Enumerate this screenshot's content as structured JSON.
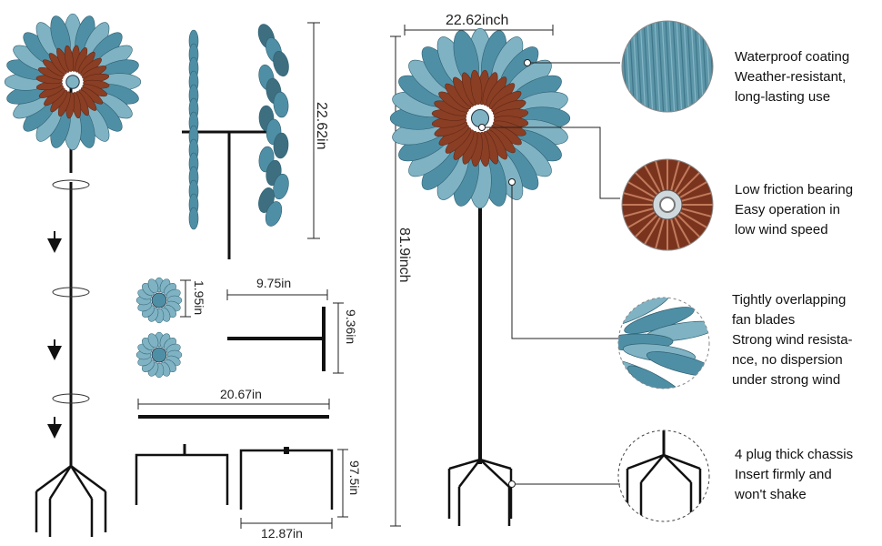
{
  "dimensions": {
    "top_width": "22.62inch",
    "side_height": "22.62in",
    "total_height": "81.9inch",
    "small_disc": "1.95in",
    "axle_length": "9.75in",
    "axle_height": "9.36in",
    "pole_length": "20.67in",
    "base_height": "97.5in",
    "base_width": "12.87in"
  },
  "features": [
    {
      "lines": [
        "Waterproof coating",
        "Weather-resistant,",
        "long-lasting use"
      ]
    },
    {
      "lines": [
        "Low friction bearing",
        "Easy operation in",
        "low wind speed"
      ]
    },
    {
      "lines": [
        "Tightly overlapping",
        "fan blades",
        "Strong wind resista-",
        "nce, no dispersion",
        "under strong wind"
      ]
    },
    {
      "lines": [
        "4 plug thick chassis",
        "Insert firmly and",
        "won't shake"
      ]
    }
  ],
  "colors": {
    "blade": "#4f8fa6",
    "blade_light": "#7fb3c4",
    "copper": "#8a3e24",
    "metal": "#1a1a1a"
  },
  "icons": [
    "windmill-assembled",
    "windmill-side-view",
    "disc-parts",
    "axle-part",
    "pole-part",
    "stake-base",
    "detail-coating",
    "detail-bearing",
    "detail-blades",
    "detail-chassis"
  ]
}
